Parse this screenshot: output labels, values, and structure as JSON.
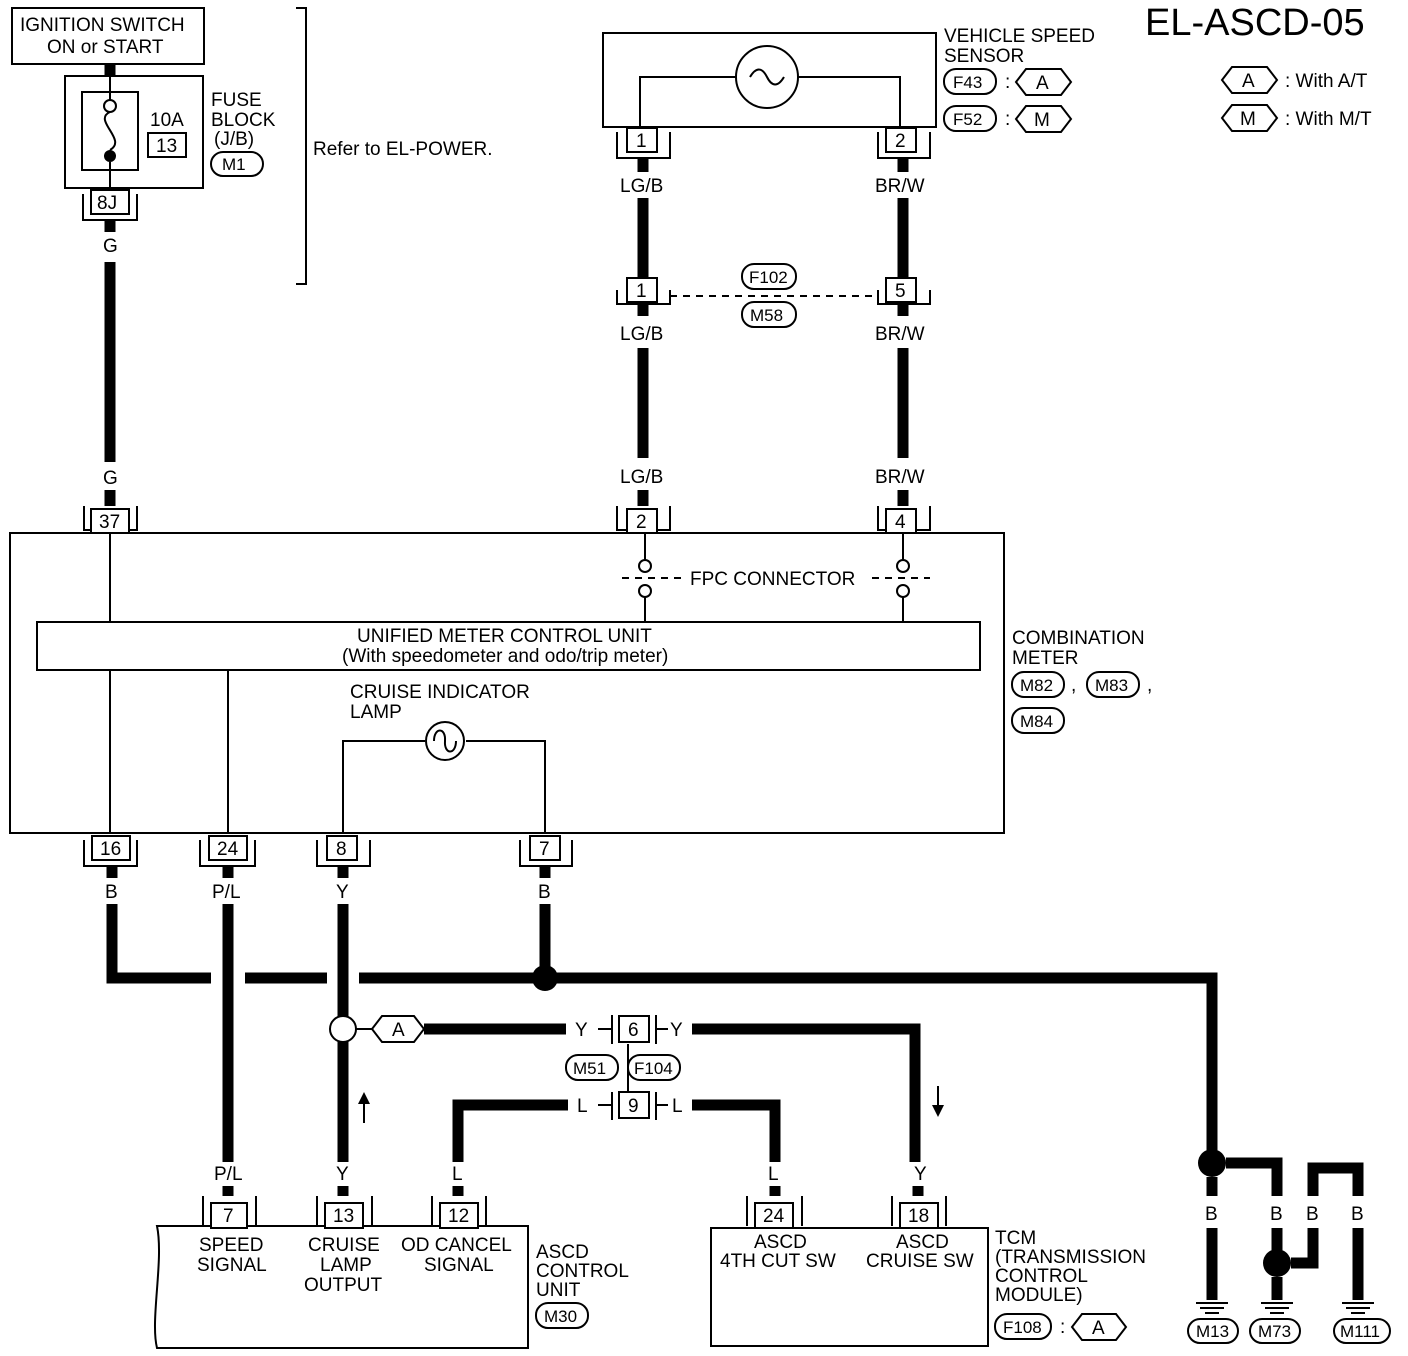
{
  "title": "EL-ASCD-05",
  "legend": {
    "a_symbol": "A",
    "a_text": ": With A/T",
    "m_symbol": "M",
    "m_text": ": With M/T"
  },
  "ignition": {
    "line1": "IGNITION SWITCH",
    "line2": "ON or START"
  },
  "fuse": {
    "amp": "10A",
    "number": "13",
    "label1": "FUSE",
    "label2": "BLOCK",
    "label3": "(J/B)",
    "connector": "M1",
    "terminal": "8J"
  },
  "refer_note": "Refer to EL-POWER.",
  "vss": {
    "label1": "VEHICLE SPEED",
    "label2": "SENSOR",
    "conn_f43": "F43",
    "conn_f52": "F52",
    "colon": ":",
    "sym_a": "A",
    "sym_m": "M",
    "pin1": "1",
    "pin2": "2"
  },
  "joint": {
    "conn_top": "F102",
    "conn_bottom": "M58",
    "pin_left": "1",
    "pin_right": "5"
  },
  "wires": {
    "g": "G",
    "lgb": "LG/B",
    "brw": "BR/W",
    "b": "B",
    "pl": "P/L",
    "y": "Y",
    "l": "L"
  },
  "meter": {
    "pin37": "37",
    "pin2": "2",
    "pin4": "4",
    "pin16": "16",
    "pin24": "24",
    "pin8": "8",
    "pin7": "7",
    "fpc": "FPC CONNECTOR",
    "unit_line1": "UNIFIED METER CONTROL UNIT",
    "unit_line2": "(With speedometer and odo/trip meter)",
    "lamp_line1": "CRUISE INDICATOR",
    "lamp_line2": "LAMP",
    "label1": "COMBINATION",
    "label2": "METER",
    "conn_m82": "M82",
    "conn_m83": "M83",
    "conn_m84": "M84",
    "comma": ","
  },
  "middle": {
    "sym_a": "A",
    "pin6": "6",
    "pin9": "9",
    "conn_left": "M51",
    "conn_right": "F104"
  },
  "ascd": {
    "pin7": "7",
    "pin13": "13",
    "pin12": "12",
    "speed1": "SPEED",
    "speed2": "SIGNAL",
    "cruise1": "CRUISE",
    "cruise2": "LAMP",
    "cruise3": "OUTPUT",
    "od1": "OD CANCEL",
    "od2": "SIGNAL",
    "label1": "ASCD",
    "label2": "CONTROL",
    "label3": "UNIT",
    "connector": "M30"
  },
  "tcm": {
    "pin24": "24",
    "pin18": "18",
    "cut1": "ASCD",
    "cut2": "4TH CUT SW",
    "cruise1": "ASCD",
    "cruise2": "CRUISE SW",
    "label1": "TCM",
    "label2": "(TRANSMISSION",
    "label3": "CONTROL",
    "label4": "MODULE)",
    "connector": "F108",
    "colon": ":",
    "sym_a": "A"
  },
  "grounds": {
    "m13": "M13",
    "m73": "M73",
    "m111": "M111"
  }
}
